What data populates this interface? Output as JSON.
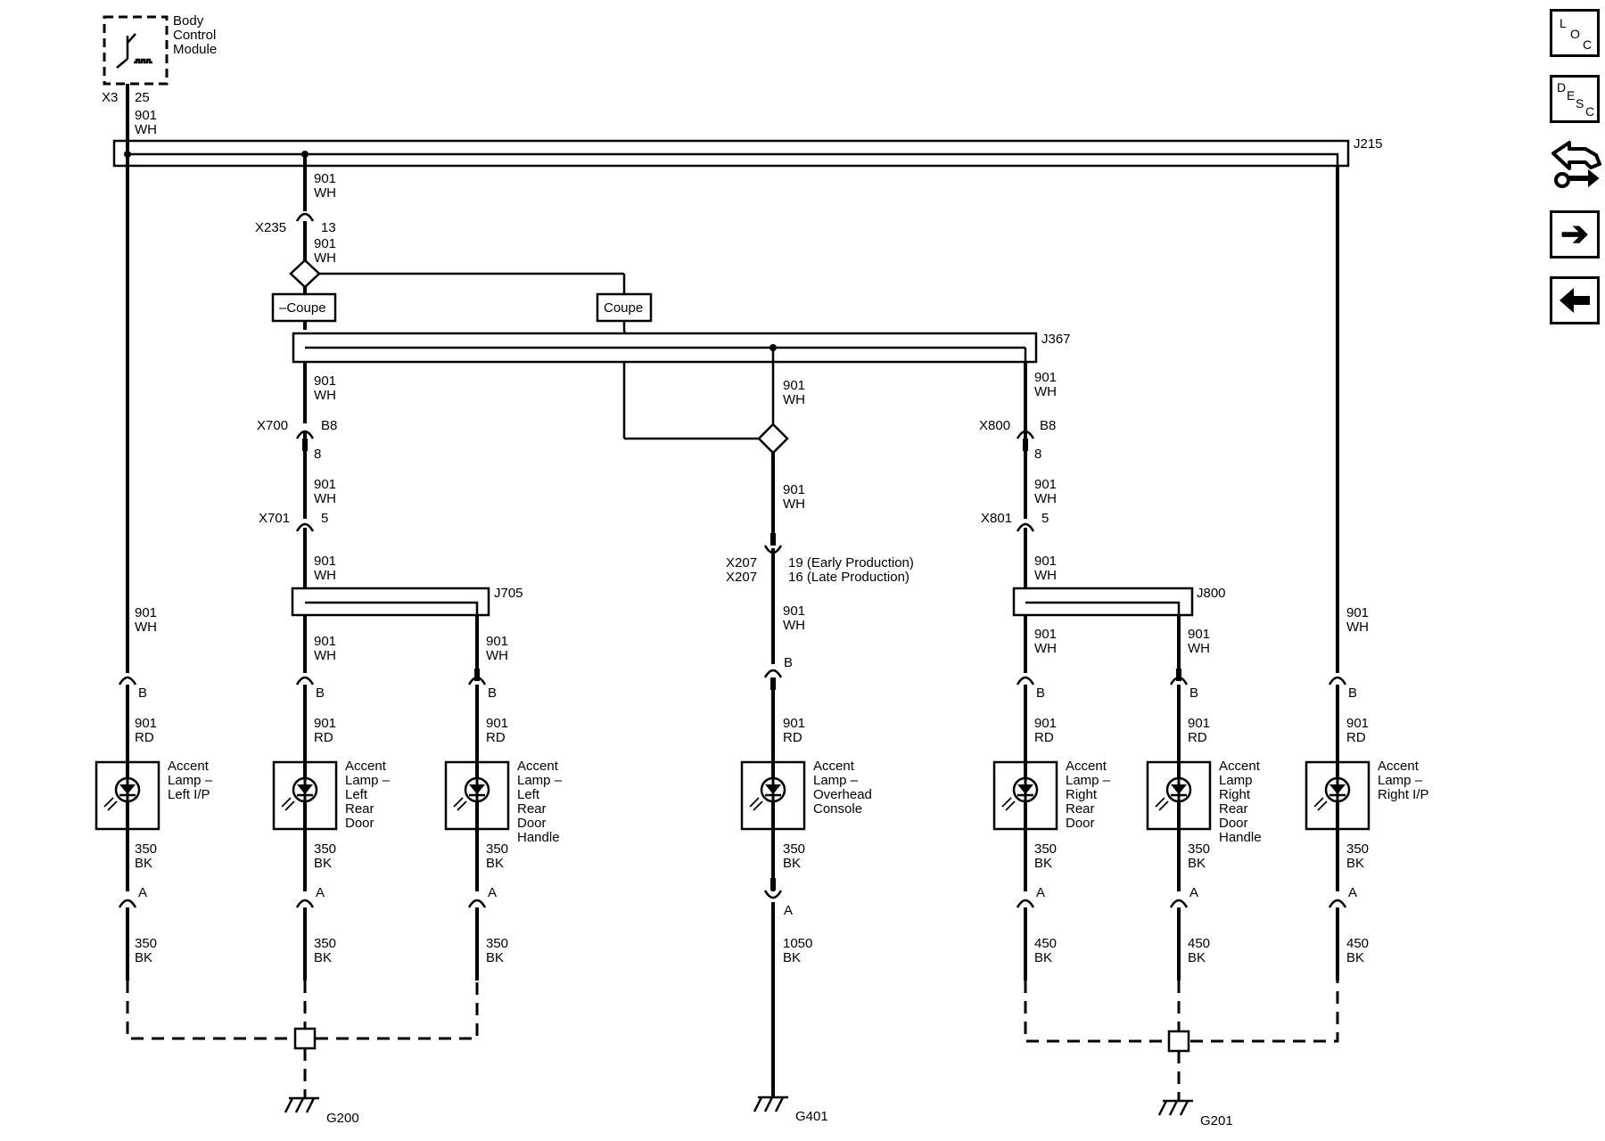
{
  "module": {
    "name_lines": [
      "Body",
      "Control",
      "Module"
    ],
    "connector": "X3",
    "pin": "25"
  },
  "splices": {
    "j215": "J215",
    "j367": "J367",
    "j705": "J705",
    "j800": "J800"
  },
  "options": {
    "no_coupe": "–Coupe",
    "coupe": "Coupe"
  },
  "wires": {
    "w901": "901",
    "wh": "WH",
    "rd": "RD",
    "w350": "350",
    "w450": "450",
    "w1050": "1050",
    "bk": "BK"
  },
  "connectors": {
    "x235": "X235",
    "x235_pin": "13",
    "x700": "X700",
    "x700_pin_a": "B8",
    "x700_pin_b": "8",
    "x701": "X701",
    "x701_pin": "5",
    "x800": "X800",
    "x800_pin_a": "B8",
    "x800_pin_b": "8",
    "x801": "X801",
    "x801_pin": "5",
    "x207_a": "X207",
    "x207_b": "X207",
    "x207_pin_early": "19 (Early Production)",
    "x207_pin_late": "16 (Late Production)",
    "pin_a": "A",
    "pin_b": "B"
  },
  "lamps": [
    {
      "lines": [
        "Accent",
        "Lamp –",
        "Left I/P"
      ]
    },
    {
      "lines": [
        "Accent",
        "Lamp –",
        "Left",
        "Rear",
        "Door"
      ]
    },
    {
      "lines": [
        "Accent",
        "Lamp –",
        "Left",
        "Rear",
        "Door",
        "Handle"
      ]
    },
    {
      "lines": [
        "Accent",
        "Lamp –",
        "Overhead",
        "Console"
      ]
    },
    {
      "lines": [
        "Accent",
        "Lamp –",
        "Right",
        "Rear",
        "Door"
      ]
    },
    {
      "lines": [
        "Accent",
        "Lamp",
        "Right",
        "Rear",
        "Door",
        "Handle"
      ]
    },
    {
      "lines": [
        "Accent",
        "Lamp –",
        "Right I/P"
      ]
    }
  ],
  "grounds": {
    "g200": "G200",
    "g401": "G401",
    "g201": "G201"
  },
  "nav": {
    "loc": {
      "l": "L",
      "o": "O",
      "c": "C"
    },
    "desc": {
      "d": "D",
      "e": "E",
      "s": "S",
      "c": "C"
    },
    "icons": [
      "location-icon",
      "description-icon",
      "connector-tool-icon",
      "arrow-right-icon",
      "arrow-left-icon"
    ]
  }
}
